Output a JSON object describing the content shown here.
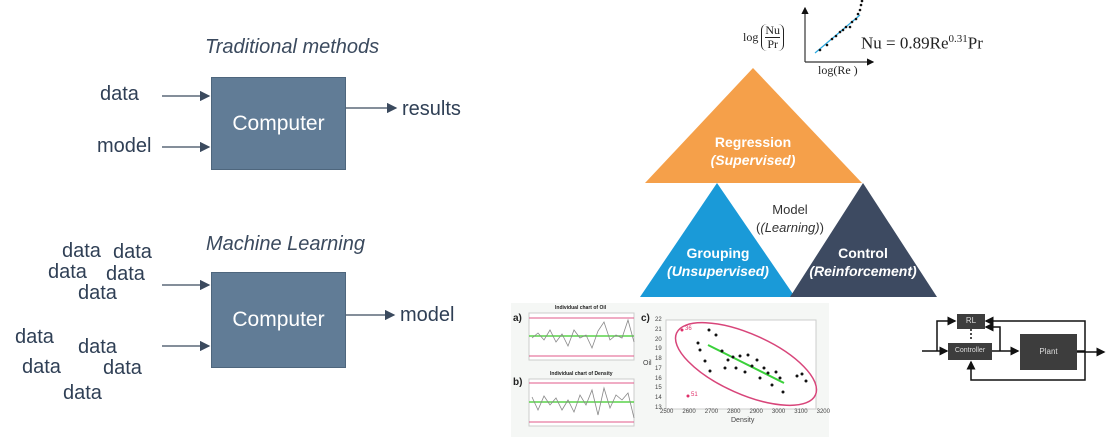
{
  "traditional": {
    "title": "Traditional methods",
    "inputs": [
      "data",
      "model"
    ],
    "box": "Computer",
    "output": "results"
  },
  "ml": {
    "title": "Machine Learning",
    "inputs": [
      "data",
      "data",
      "data",
      "data",
      "data",
      "data",
      "data",
      "data",
      "data",
      "data"
    ],
    "box": "Computer",
    "output": "model"
  },
  "formula": {
    "ylabel_num": "Nu",
    "ylabel_den": "Pr",
    "ylabel_prefix": "log",
    "xlabel": "log(Re )",
    "equation": "Nu = 0.89Re",
    "exponent": "0.31",
    "suffix": "Pr"
  },
  "triangle": {
    "top": {
      "title": "Regression",
      "sub": "(Supervised)",
      "color": "#f5a04a"
    },
    "left": {
      "title": "Grouping",
      "sub": "(Unsupervised)",
      "color": "#1a9ad8"
    },
    "right": {
      "title": "Control",
      "sub": "(Reinforcement)",
      "color": "#3d4a61"
    },
    "center": {
      "title": "Model",
      "sub": "(Learning)"
    }
  },
  "charts": {
    "a_label": "a)",
    "a_title": "Individual chart of Oil",
    "b_label": "b)",
    "b_title": "Individual chart of Density",
    "c_label": "c)",
    "c_xlabel": "Density",
    "c_ylabel": "Oil",
    "c_xticks": [
      "2500",
      "2600",
      "2700",
      "2800",
      "2900",
      "3000",
      "3100",
      "3200"
    ],
    "c_yticks": [
      "22",
      "21",
      "20",
      "19",
      "18",
      "17",
      "16",
      "15",
      "14",
      "13"
    ],
    "outlier1": "36",
    "outlier2": "51"
  },
  "control": {
    "rl": "RL",
    "controller": "Controller",
    "plant": "Plant"
  }
}
